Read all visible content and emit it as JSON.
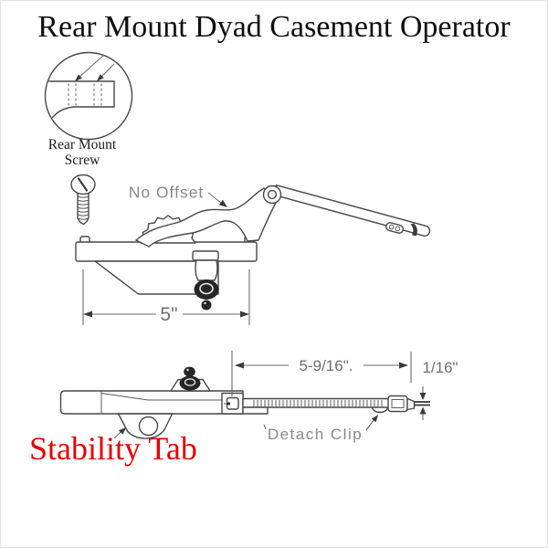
{
  "title": "Rear Mount Dyad Casement Operator",
  "inset": {
    "label_line1": "Rear Mount",
    "label_line2": "Screw"
  },
  "upper_diagram": {
    "no_offset_label": "No Offset",
    "body_width_dim": "5\""
  },
  "lower_diagram": {
    "arm_length_dim": "5-9/16\".",
    "gap_dim": "1/16\"",
    "detach_clip_label": "Detach Clip",
    "stability_tab_label": "Stability Tab"
  },
  "colors": {
    "line_art": "#474747",
    "label_gray": "#888888",
    "dim_gray": "#6e6e6e",
    "highlight_red": "#e60000",
    "title_black": "#0f0f0f"
  }
}
